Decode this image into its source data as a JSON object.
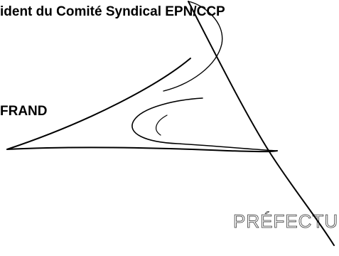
{
  "document": {
    "heading": "ident du Comité Syndical EPN/CCP",
    "signatory_name": "FRAND",
    "stamp_text": "PRÉFECTURE DE",
    "ink_color": "#000000"
  },
  "signature": {
    "icon": "handwritten-signature"
  }
}
